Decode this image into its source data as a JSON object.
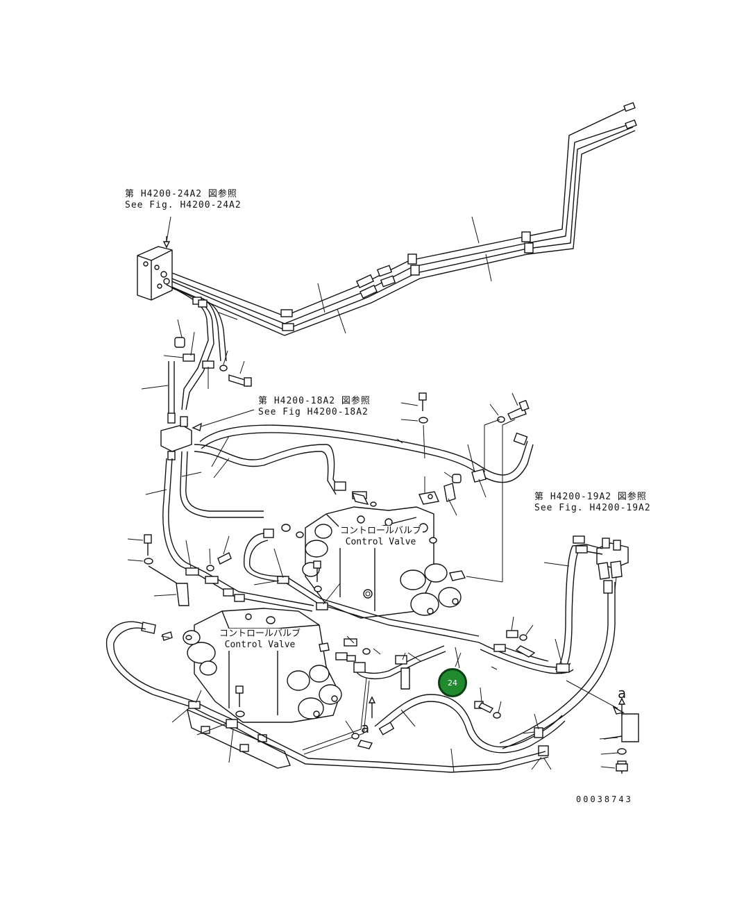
{
  "references": [
    {
      "jp": "第 H4200-24A2 図参照",
      "en": "See Fig. H4200-24A2"
    },
    {
      "jp": "第 H4200-18A2 図参照",
      "en": "See Fig H4200-18A2"
    },
    {
      "jp": "第 H4200-19A2 図参照",
      "en": "See Fig. H4200-19A2"
    }
  ],
  "control_valves": [
    {
      "jp": "コントロールバルブ",
      "en": "Control Valve"
    },
    {
      "jp": "コントロールバルブ",
      "en": "Control Valve"
    }
  ],
  "callout": {
    "number": "24",
    "color": "#1f8a2e"
  },
  "view_marks": [
    "a",
    "a"
  ],
  "drawing_number": "00038743"
}
